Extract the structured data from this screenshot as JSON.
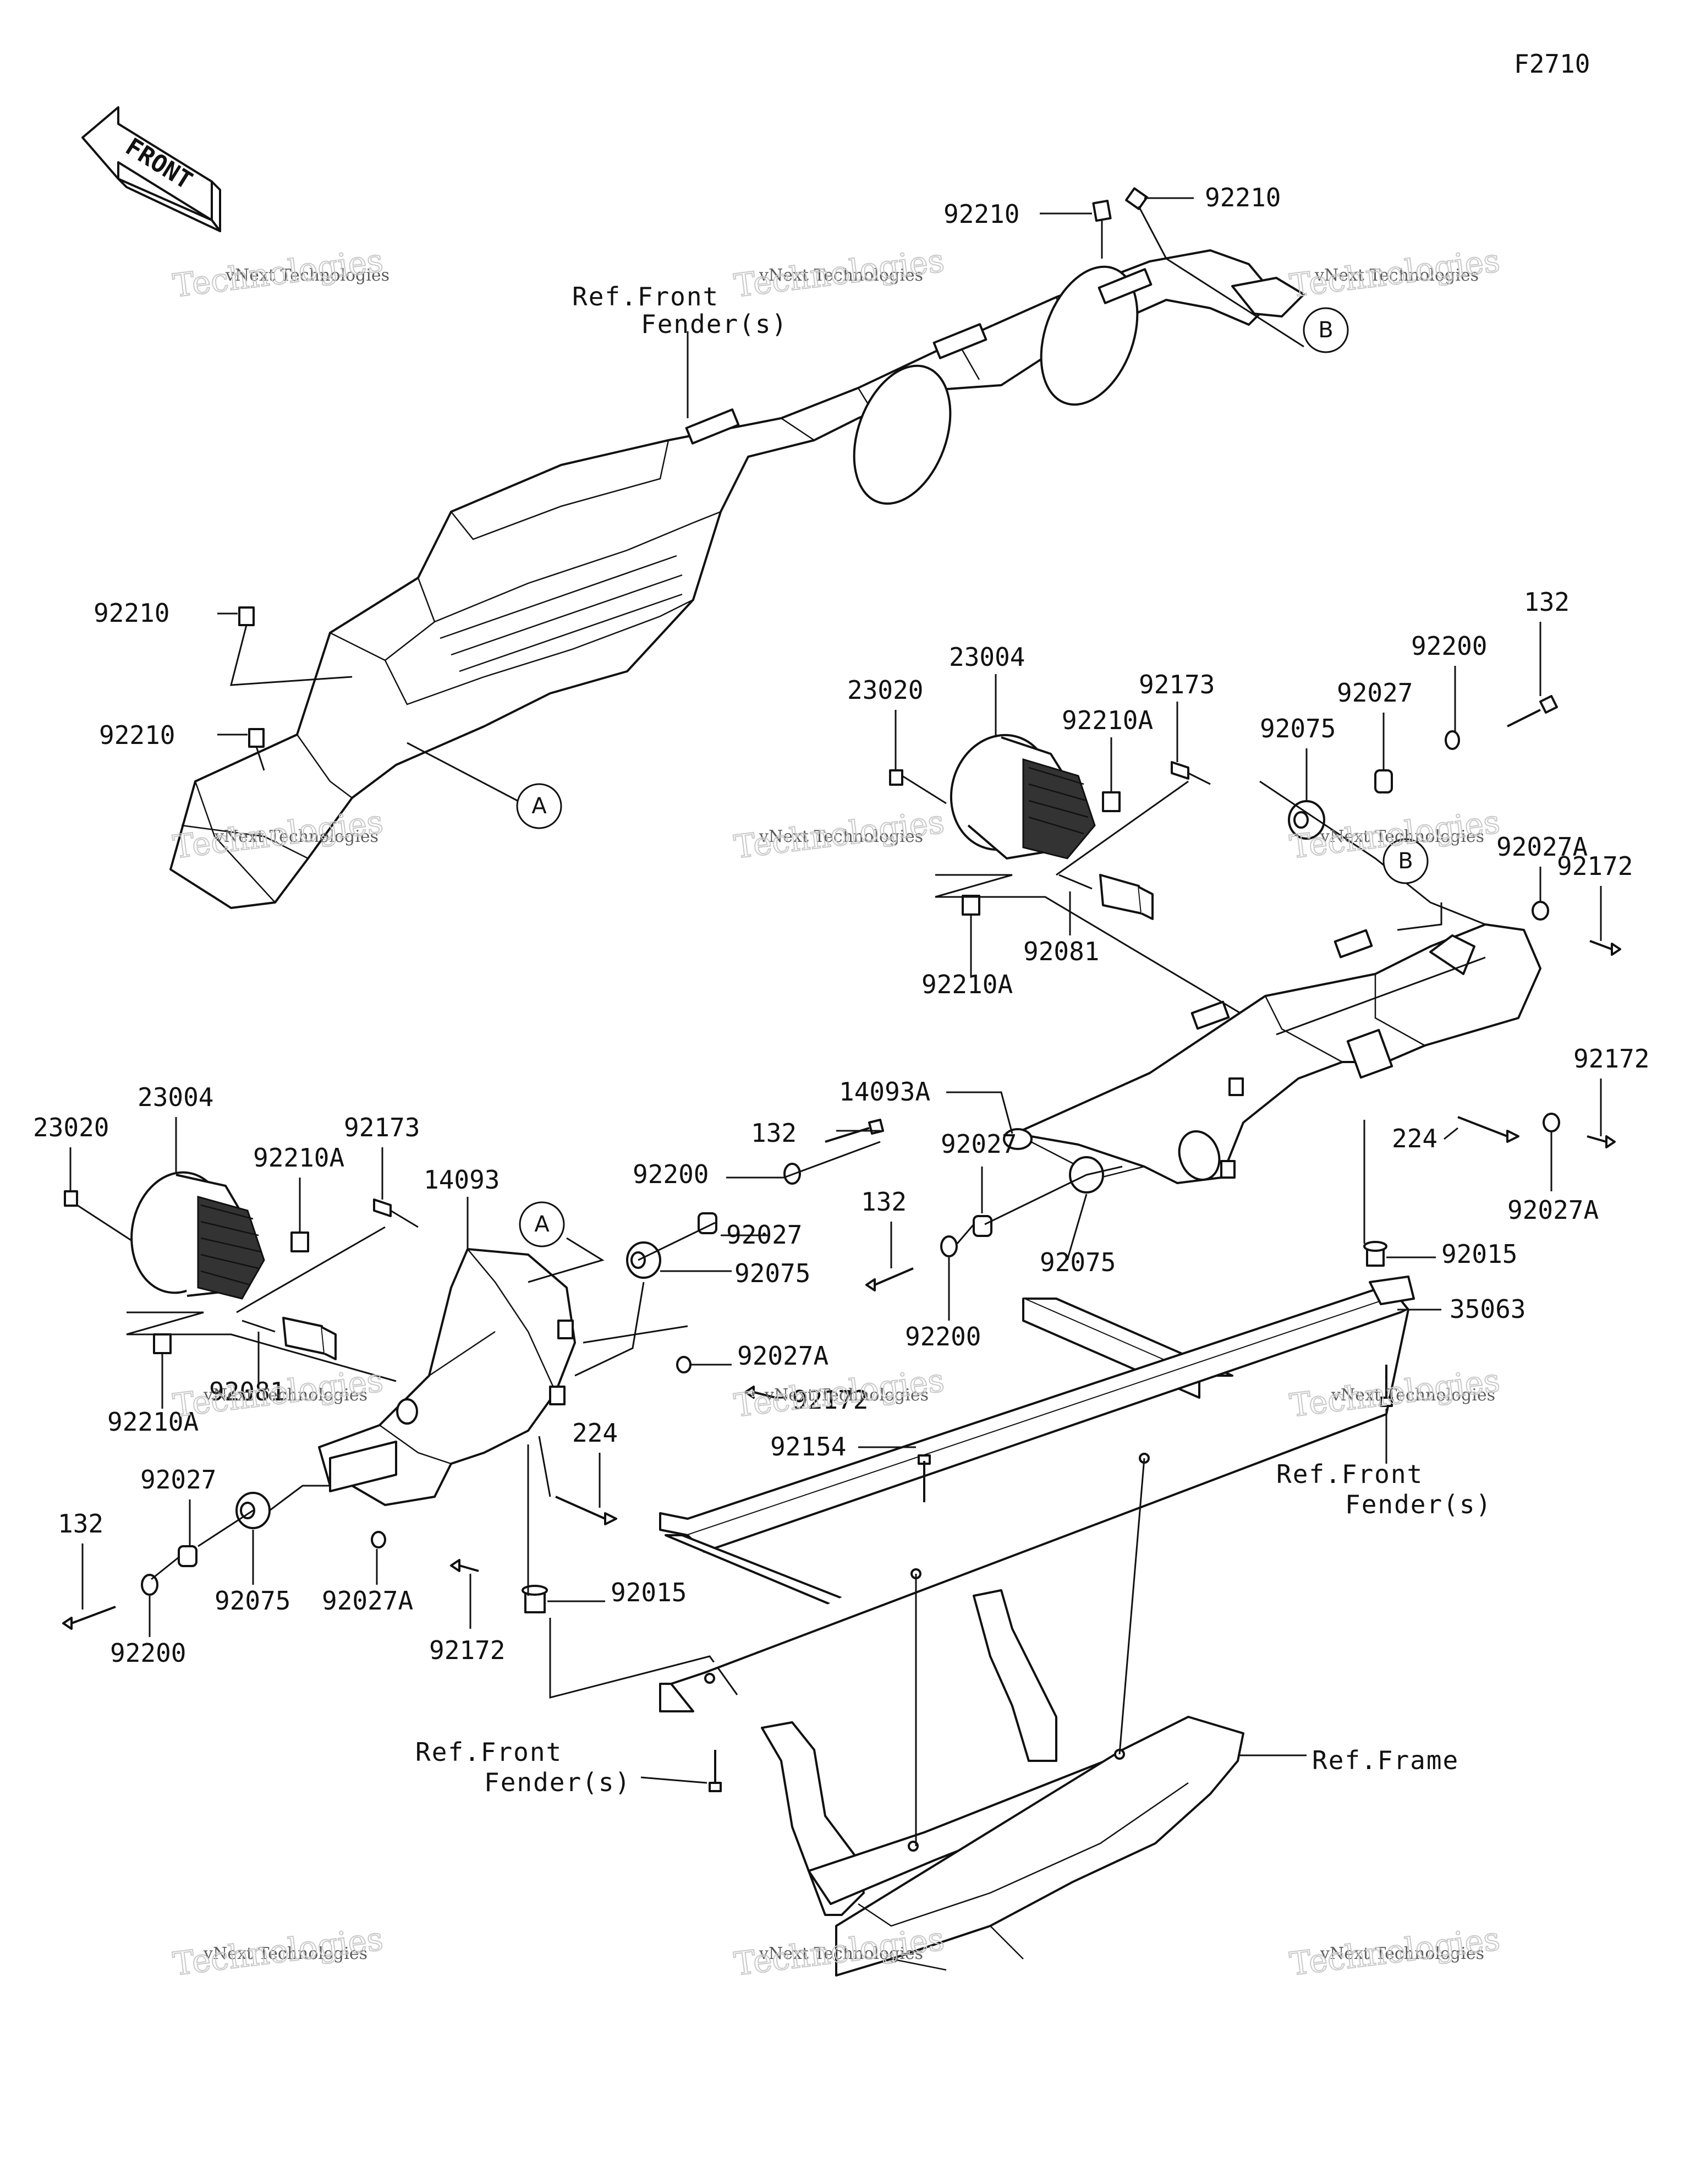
{
  "figure_id": "F2710",
  "front_label": "FRONT",
  "watermark": {
    "small": "vNext Technologies",
    "big": "Technologies"
  },
  "callouts": {
    "a": "A",
    "b": "B"
  },
  "parts": {
    "n92210": "92210",
    "n92210a": "92210A",
    "n23020": "23020",
    "n23004": "23004",
    "n92173": "92173",
    "n92081": "92081",
    "n92075": "92075",
    "n92027": "92027",
    "n92200": "92200",
    "n132": "132",
    "n92027a": "92027A",
    "n92172": "92172",
    "n14093a": "14093A",
    "n14093": "14093",
    "n224": "224",
    "n92015": "92015",
    "n35063": "35063",
    "n92154": "92154"
  },
  "refs": {
    "front_fenders_line1": "Ref.Front",
    "front_fenders_line2": "Fender(s)",
    "frame": "Ref.Frame"
  }
}
